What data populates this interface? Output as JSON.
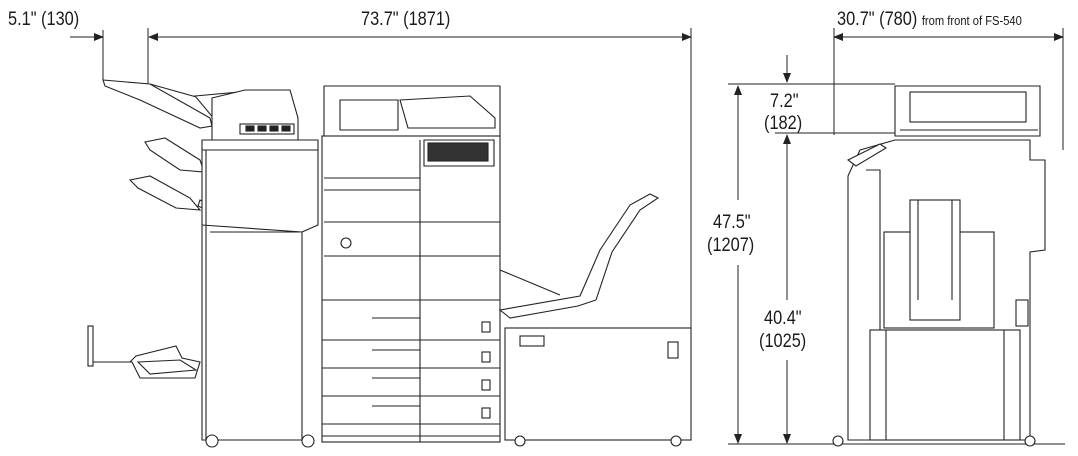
{
  "dimensions": {
    "offset_left": "5.1\" (130)",
    "total_width": "73.7\" (1871)",
    "side_width": "30.7\" (780)",
    "side_width_note": "from front of FS-540",
    "top_offset_in": "7.2\"",
    "top_offset_mm": "(182)",
    "total_height_in": "47.5\"",
    "total_height_mm": "(1207)",
    "body_height_in": "40.4\"",
    "body_height_mm": "(1025)"
  },
  "colors": {
    "line": "#222222",
    "background": "#ffffff"
  }
}
